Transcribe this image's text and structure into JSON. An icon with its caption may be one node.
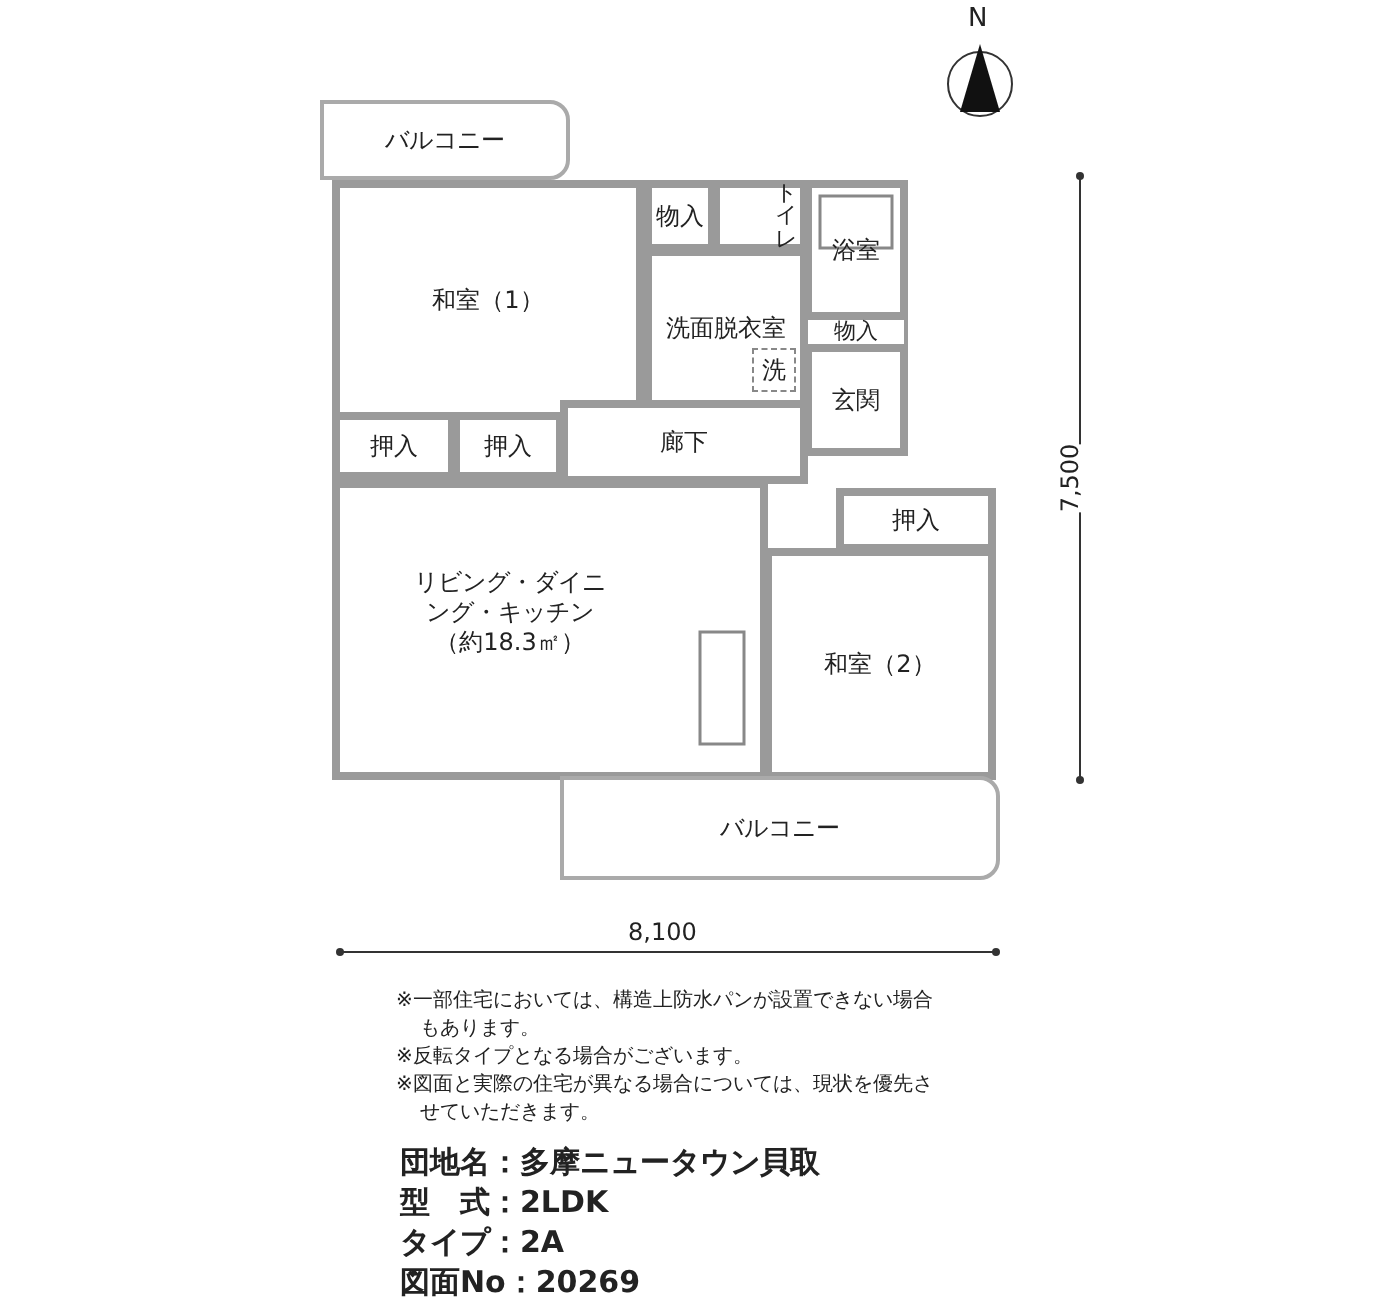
{
  "diagram": {
    "nodes": [
      {
        "text": [
          "バルコニー"
        ]
      },
      {
        "text": [
          "和室（1）"
        ]
      },
      {
        "text": [
          "物入"
        ]
      },
      {
        "text": [
          "トイレ"
        ]
      },
      {
        "text": [
          "浴室"
        ]
      },
      {
        "text": [
          "洗面脱衣室"
        ]
      },
      {
        "text": [
          "洗"
        ],
        "in": 5
      },
      {
        "text": [
          "物入"
        ]
      },
      {
        "text": [
          "押入"
        ]
      },
      {
        "text": [
          "押入"
        ]
      },
      {
        "text": [
          "廊下"
        ]
      },
      {
        "text": [
          "玄関"
        ]
      },
      {
        "text": [
          "押入"
        ]
      },
      {
        "text": [
          "リビング・ダイニング・キッチン",
          "（約18.3㎡）"
        ]
      },
      {
        "text": [
          "和室（2）"
        ]
      },
      {
        "text": [
          "バルコニー"
        ]
      }
    ],
    "labels": [
      "N",
      "7,500",
      "8,100",
      "※一部住宅においては、構造上防水パンが設置できない場合もあります。",
      "※反転タイプとなる場合がございます。",
      "※図面と実際の住宅が異なる場合については、現状を優先させていただきます。",
      "団地名：多摩ニュータウン貝取",
      "型　式：2LDK",
      "タイプ：2A",
      "図面No：20269"
    ]
  }
}
